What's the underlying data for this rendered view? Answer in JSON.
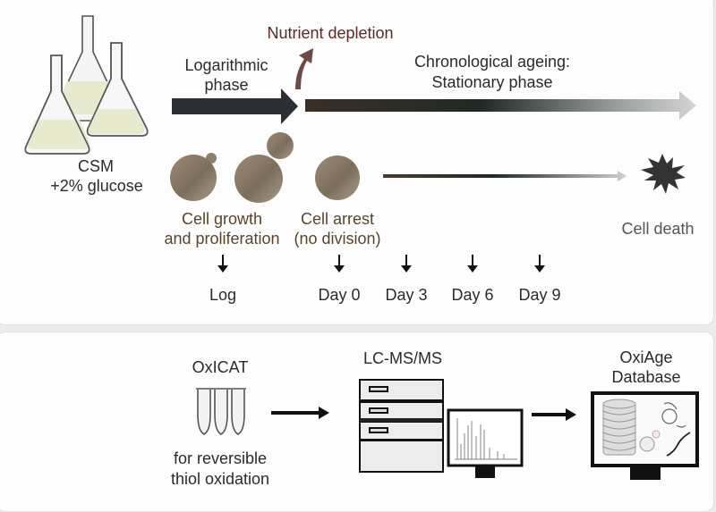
{
  "top_panel": {
    "flask_label": [
      "CSM",
      "+2% glucose"
    ],
    "log_phase_label": [
      "Logarithmic",
      "phase"
    ],
    "nutrient_label": "Nutrient depletion",
    "stationary_label": [
      "Chronological ageing:",
      "Stationary phase"
    ],
    "growth_label": [
      "Cell growth",
      "and proliferation"
    ],
    "arrest_label": [
      "Cell arrest",
      "(no division)"
    ],
    "death_label": "Cell death",
    "timepoints": [
      "Log",
      "Day 0",
      "Day 3",
      "Day 6",
      "Day 9"
    ]
  },
  "bottom_panel": {
    "oxicat_title": "OxICAT",
    "oxicat_caption": [
      "for reversible",
      "thiol oxidation"
    ],
    "lcms_title": "LC-MS/MS",
    "db_title": [
      "OxiAge",
      "Database"
    ]
  },
  "colors": {
    "cell": "#8a7a66",
    "arrow_dark": "#2b2f33",
    "nutrient_arrow": "#6e4a46",
    "label_brown": "#5a4528",
    "flask_liquid": "#e8ead0"
  }
}
